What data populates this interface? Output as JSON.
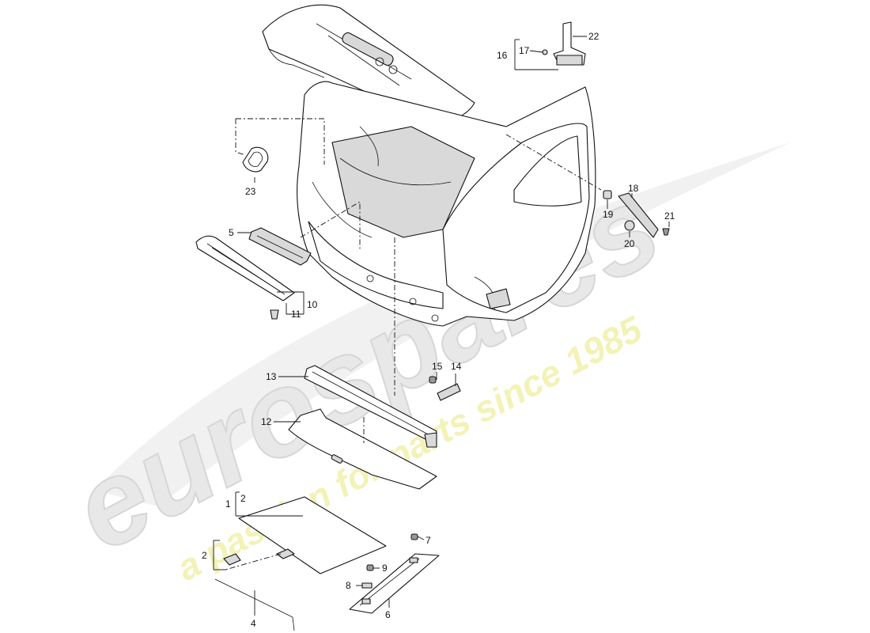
{
  "watermark": {
    "brand": "eurospares",
    "tagline": "a passion for parts since 1985",
    "brand_color": "#e6e6e6",
    "tagline_color": "#f1f0a8"
  },
  "parts": [
    {
      "id": "1",
      "label": "1"
    },
    {
      "id": "2a",
      "label": "2"
    },
    {
      "id": "2b",
      "label": "2"
    },
    {
      "id": "4",
      "label": "4"
    },
    {
      "id": "5",
      "label": "5"
    },
    {
      "id": "6",
      "label": "6"
    },
    {
      "id": "7",
      "label": "7"
    },
    {
      "id": "8",
      "label": "8"
    },
    {
      "id": "9",
      "label": "9"
    },
    {
      "id": "10",
      "label": "10"
    },
    {
      "id": "11",
      "label": "11"
    },
    {
      "id": "12",
      "label": "12"
    },
    {
      "id": "13",
      "label": "13"
    },
    {
      "id": "14",
      "label": "14"
    },
    {
      "id": "15",
      "label": "15"
    },
    {
      "id": "16",
      "label": "16"
    },
    {
      "id": "17",
      "label": "17"
    },
    {
      "id": "18",
      "label": "18"
    },
    {
      "id": "19",
      "label": "19"
    },
    {
      "id": "20",
      "label": "20"
    },
    {
      "id": "21",
      "label": "21"
    },
    {
      "id": "22",
      "label": "22"
    },
    {
      "id": "23",
      "label": "23"
    }
  ]
}
